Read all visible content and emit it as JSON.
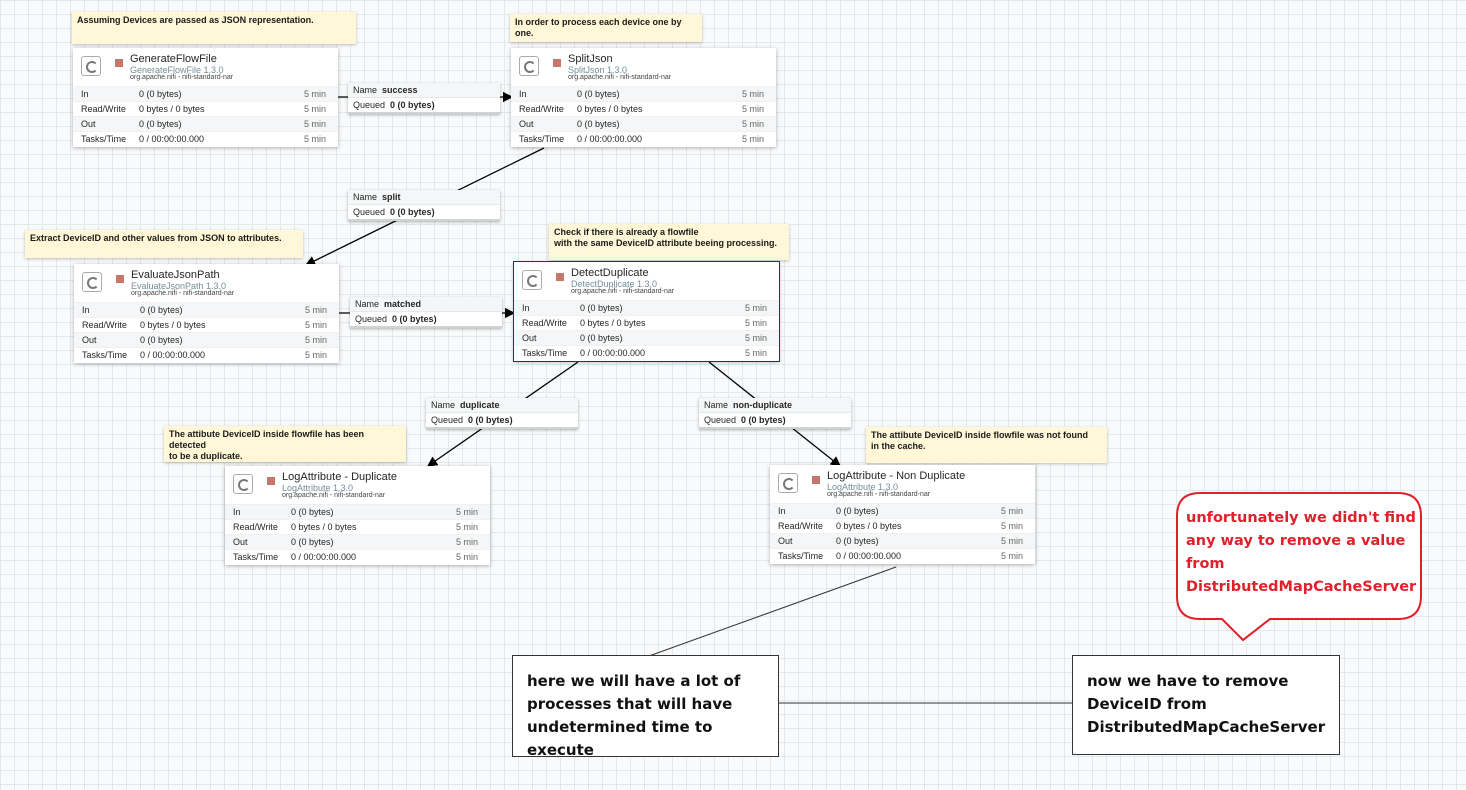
{
  "labels": [
    {
      "text": "Assuming Devices are passed as JSON representation."
    },
    {
      "text": "In order to process each device one by one."
    },
    {
      "text": "Extract DeviceID and other values from JSON to attributes."
    },
    {
      "text": "Check if there is already a flowfile\nwith the same DeviceID attribute beeing processing."
    },
    {
      "text": "The attibute DeviceID inside flowfile has been detected\nto be a duplicate."
    },
    {
      "text": "The attibute DeviceID inside flowfile was not found\nin the cache."
    }
  ],
  "processors": [
    {
      "name": "GenerateFlowFile",
      "type": "GenerateFlowFile 1.3.0",
      "bundle": "org.apache.nifi - nifi-standard-nar",
      "stats": [
        {
          "k": "In",
          "v": "0 (0 bytes)",
          "t": "5 min"
        },
        {
          "k": "Read/Write",
          "v": "0 bytes / 0 bytes",
          "t": "5 min"
        },
        {
          "k": "Out",
          "v": "0 (0 bytes)",
          "t": "5 min"
        },
        {
          "k": "Tasks/Time",
          "v": "0 / 00:00:00.000",
          "t": "5 min"
        }
      ]
    },
    {
      "name": "SplitJson",
      "type": "SplitJson 1.3.0",
      "bundle": "org.apache.nifi - nifi-standard-nar",
      "stats": [
        {
          "k": "In",
          "v": "0 (0 bytes)",
          "t": "5 min"
        },
        {
          "k": "Read/Write",
          "v": "0 bytes / 0 bytes",
          "t": "5 min"
        },
        {
          "k": "Out",
          "v": "0 (0 bytes)",
          "t": "5 min"
        },
        {
          "k": "Tasks/Time",
          "v": "0 / 00:00:00.000",
          "t": "5 min"
        }
      ]
    },
    {
      "name": "EvaluateJsonPath",
      "type": "EvaluateJsonPath 1.3.0",
      "bundle": "org.apache.nifi - nifi-standard-nar",
      "stats": [
        {
          "k": "In",
          "v": "0 (0 bytes)",
          "t": "5 min"
        },
        {
          "k": "Read/Write",
          "v": "0 bytes / 0 bytes",
          "t": "5 min"
        },
        {
          "k": "Out",
          "v": "0 (0 bytes)",
          "t": "5 min"
        },
        {
          "k": "Tasks/Time",
          "v": "0 / 00:00:00.000",
          "t": "5 min"
        }
      ]
    },
    {
      "name": "DetectDuplicate",
      "type": "DetectDuplicate 1.3.0",
      "bundle": "org.apache.nifi - nifi-standard-nar",
      "stats": [
        {
          "k": "In",
          "v": "0 (0 bytes)",
          "t": "5 min"
        },
        {
          "k": "Read/Write",
          "v": "0 bytes / 0 bytes",
          "t": "5 min"
        },
        {
          "k": "Out",
          "v": "0 (0 bytes)",
          "t": "5 min"
        },
        {
          "k": "Tasks/Time",
          "v": "0 / 00:00:00.000",
          "t": "5 min"
        }
      ]
    },
    {
      "name": "LogAttribute - Duplicate",
      "type": "LogAttribute 1.3.0",
      "bundle": "org.apache.nifi - nifi-standard-nar",
      "stats": [
        {
          "k": "In",
          "v": "0 (0 bytes)",
          "t": "5 min"
        },
        {
          "k": "Read/Write",
          "v": "0 bytes / 0 bytes",
          "t": "5 min"
        },
        {
          "k": "Out",
          "v": "0 (0 bytes)",
          "t": "5 min"
        },
        {
          "k": "Tasks/Time",
          "v": "0 / 00:00:00.000",
          "t": "5 min"
        }
      ]
    },
    {
      "name": "LogAttribute - Non Duplicate",
      "type": "LogAttribute 1.3.0",
      "bundle": "org.apache.nifi - nifi-standard-nar",
      "stats": [
        {
          "k": "In",
          "v": "0 (0 bytes)",
          "t": "5 min"
        },
        {
          "k": "Read/Write",
          "v": "0 bytes / 0 bytes",
          "t": "5 min"
        },
        {
          "k": "Out",
          "v": "0 (0 bytes)",
          "t": "5 min"
        },
        {
          "k": "Tasks/Time",
          "v": "0 / 00:00:00.000",
          "t": "5 min"
        }
      ]
    }
  ],
  "connections": [
    {
      "name_key": "Name",
      "name": "success",
      "queued_key": "Queued",
      "queued": "0 (0 bytes)"
    },
    {
      "name_key": "Name",
      "name": "split",
      "queued_key": "Queued",
      "queued": "0 (0 bytes)"
    },
    {
      "name_key": "Name",
      "name": "matched",
      "queued_key": "Queued",
      "queued": "0 (0 bytes)"
    },
    {
      "name_key": "Name",
      "name": "duplicate",
      "queued_key": "Queued",
      "queued": "0 (0 bytes)"
    },
    {
      "name_key": "Name",
      "name": "non-duplicate",
      "queued_key": "Queued",
      "queued": "0 (0 bytes)"
    }
  ],
  "notes": {
    "processes": "here we will have a lot of processes that will have undetermined time to execute",
    "remove": "now we have to remove DeviceID from DistributedMapCacheServer",
    "bubble": "unfortunately we didn't find any way to remove a value from DistributedMapCacheServer"
  },
  "colors": {
    "bubble_text": "#e0202a",
    "bubble_border": "#e0202a",
    "label_bg": "#fff7d7",
    "status": "#ba554a"
  }
}
